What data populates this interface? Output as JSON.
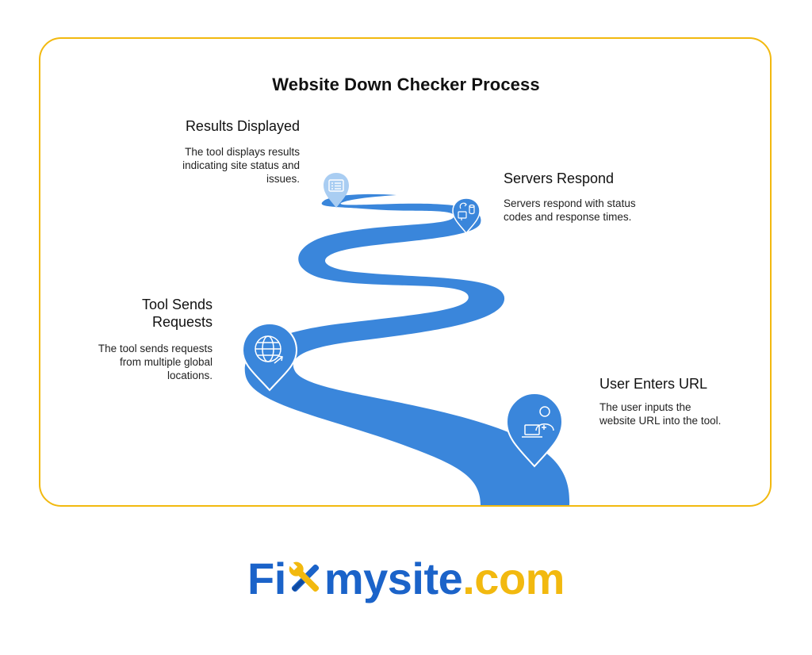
{
  "title": "Website Down Checker Process",
  "steps": [
    {
      "id": "results",
      "title": "Results Displayed",
      "desc_lines": [
        "The tool displays results",
        "indicating site status and",
        "issues."
      ],
      "icon": "results-list-icon"
    },
    {
      "id": "servers",
      "title": "Servers Respond",
      "desc_lines": [
        "Servers respond with status",
        "codes and response times."
      ],
      "icon": "server-icon"
    },
    {
      "id": "tool",
      "title_lines": [
        "Tool Sends",
        "Requests"
      ],
      "desc_lines": [
        "The tool sends requests",
        "from multiple global",
        "locations."
      ],
      "icon": "globe-icon"
    },
    {
      "id": "user",
      "title": "User Enters URL",
      "desc_lines": [
        "The user inputs the",
        "website URL into the tool."
      ],
      "icon": "user-laptop-icon"
    }
  ],
  "logo": {
    "part1": "Fi",
    "part2": "mysite",
    "part3": ".com",
    "icon": "wrench-screwdriver-x-icon"
  },
  "colors": {
    "road": "#3a86db",
    "pin": "#3a86db",
    "pin_light": "#a9cdf2",
    "frame": "#f2b90f",
    "brand_blue": "#1b63c9",
    "brand_yellow": "#f2b90f"
  }
}
